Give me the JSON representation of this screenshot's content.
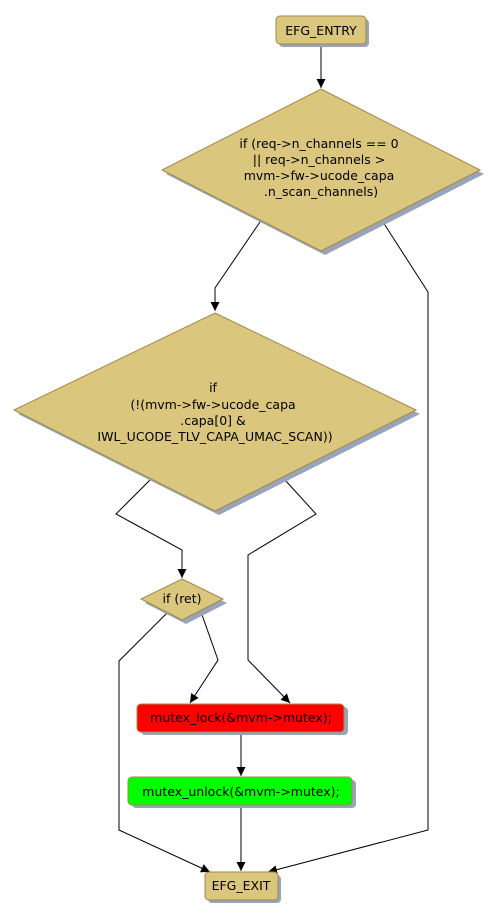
{
  "flowchart": {
    "nodes": {
      "entry": {
        "label": "EFG_ENTRY",
        "fill": "#dbc67e"
      },
      "cond1": {
        "lines": [
          "if (req->n_channels == 0",
          "|| req->n_channels >",
          "mvm->fw->ucode_capa",
          ".n_scan_channels)"
        ],
        "fill": "#dbc67e"
      },
      "cond2": {
        "lines": [
          "if",
          "(!(mvm->fw->ucode_capa",
          ".capa[0] &",
          "IWL_UCODE_TLV_CAPA_UMAC_SCAN))"
        ],
        "fill": "#dbc67e"
      },
      "cond3": {
        "label": "if (ret)",
        "fill": "#dbc67e"
      },
      "lock": {
        "label": "mutex_lock(&mvm->mutex);",
        "fill": "#ff0000"
      },
      "unlock": {
        "label": "mutex_unlock(&mvm->mutex);",
        "fill": "#00ff00"
      },
      "exit": {
        "label": "EFG_EXIT",
        "fill": "#dbc67e"
      }
    },
    "colors": {
      "node_stroke": "#a08a4a",
      "edge": "#000000",
      "shadow": "#9aa4b8"
    }
  }
}
